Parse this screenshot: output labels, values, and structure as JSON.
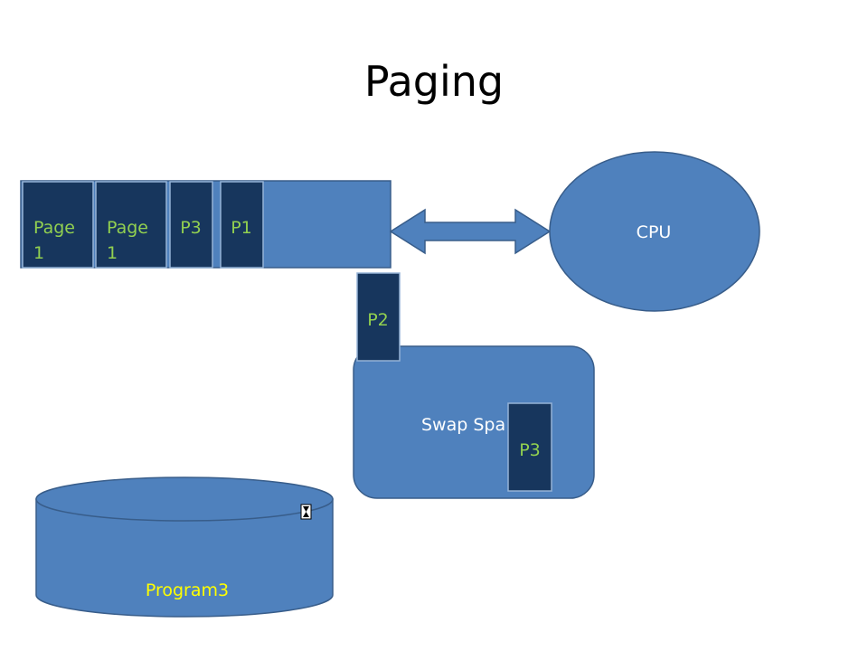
{
  "title": "Paging",
  "colors": {
    "shape_fill": "#4f81bd",
    "shape_stroke": "#385d8a",
    "page_fill": "#17365d",
    "page_border": "#95b3d7",
    "page_text": "#92d050",
    "program_text": "#ffff00",
    "white_text": "#ffffff"
  },
  "memory": {
    "frames": [
      {
        "line1": "Page",
        "line2": "1"
      },
      {
        "line1": "Page",
        "line2": "1"
      },
      {
        "line1": "P3",
        "line2": ""
      },
      {
        "line1": "P1",
        "line2": ""
      }
    ]
  },
  "moving_page": {
    "label": "P2"
  },
  "cpu": {
    "label": "CPU"
  },
  "swap": {
    "label": "Swap Spa",
    "page_label": "P3"
  },
  "disk": {
    "label": "Program3"
  },
  "cursor": {
    "icon": "hourglass-icon"
  }
}
